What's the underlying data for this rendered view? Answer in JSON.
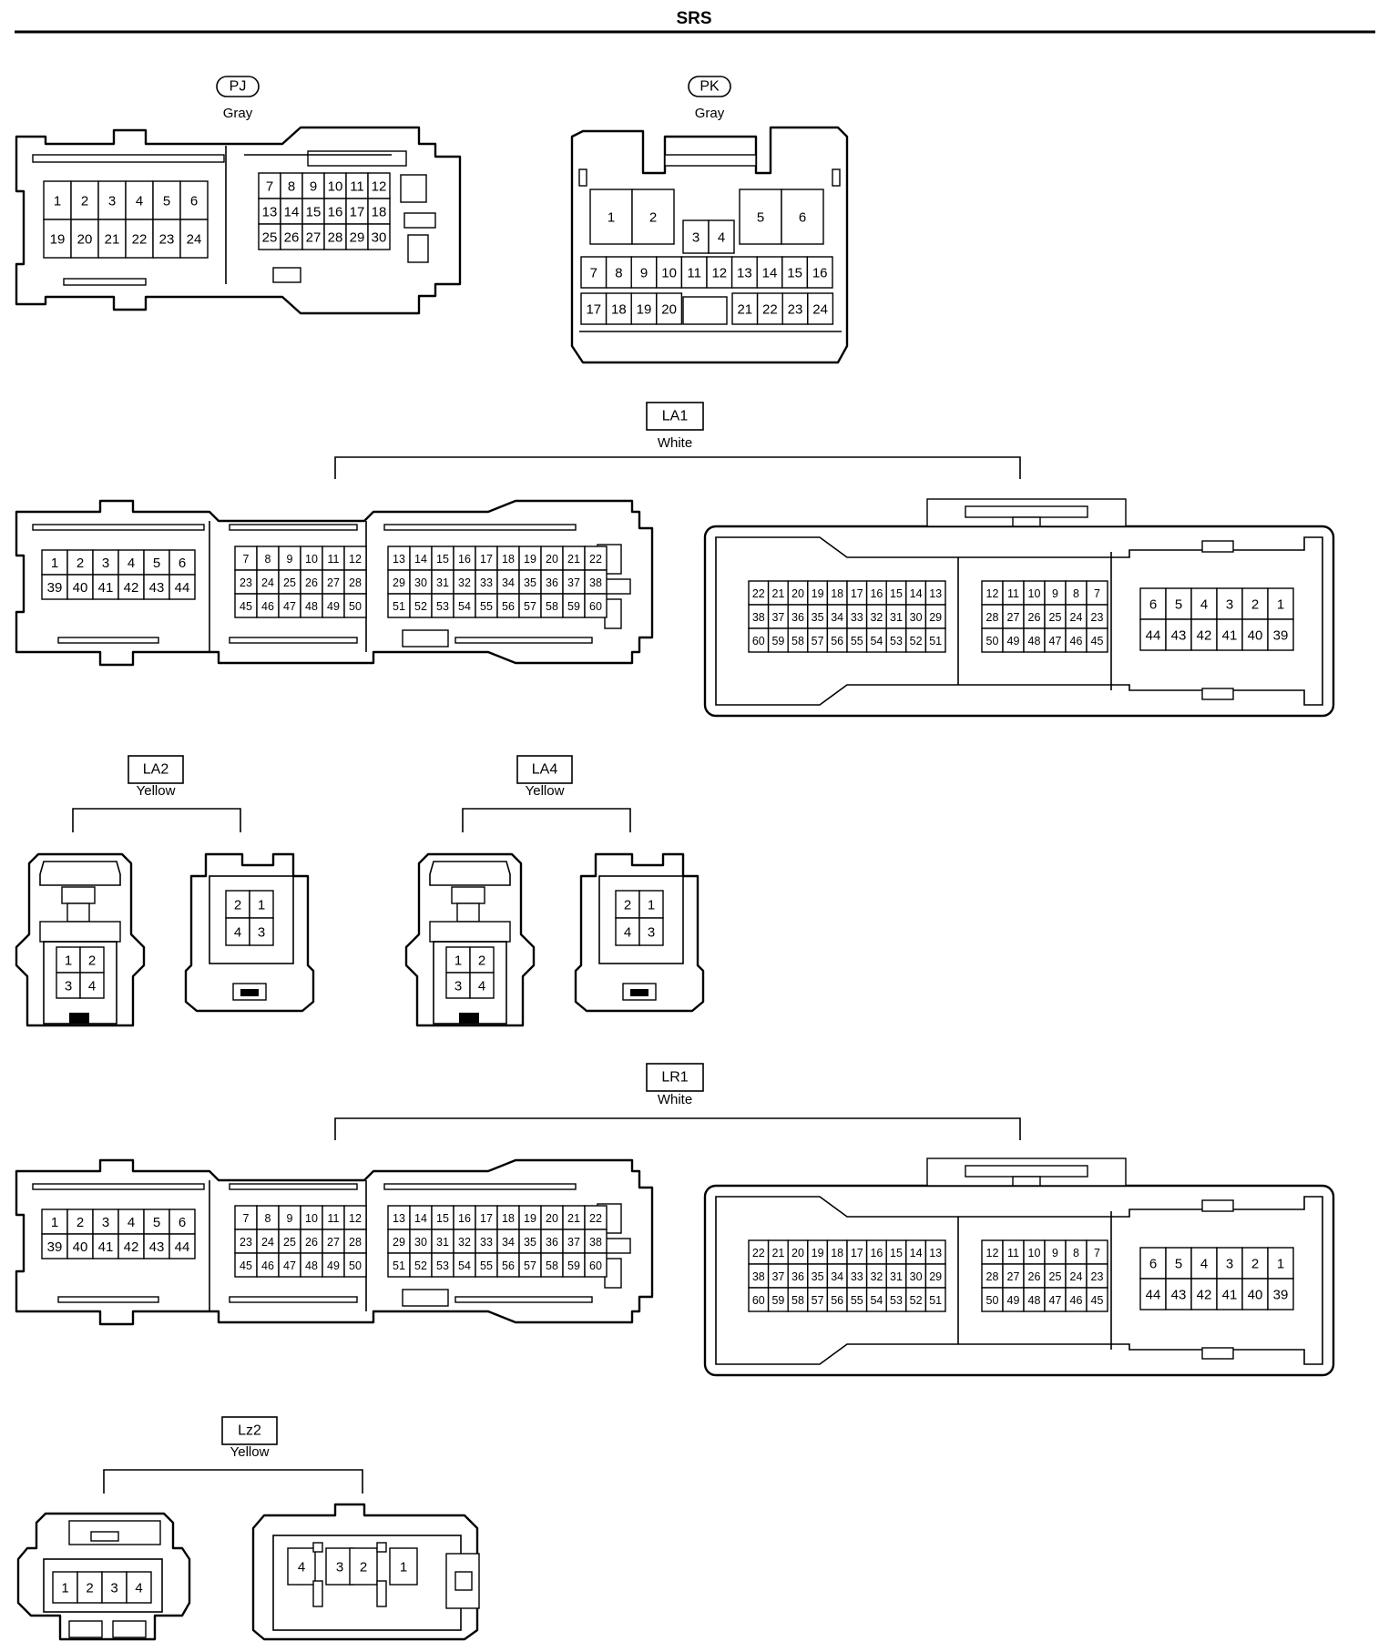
{
  "header": {
    "title": "SRS"
  },
  "connectors": [
    {
      "code": "PJ",
      "color": "Gray"
    },
    {
      "code": "PK",
      "color": "Gray"
    },
    {
      "code": "LA1",
      "color": "White"
    },
    {
      "code": "LA2",
      "color": "Yellow"
    },
    {
      "code": "LA4",
      "color": "Yellow"
    },
    {
      "code": "LR1",
      "color": "White"
    },
    {
      "code": "Lz2",
      "color": "Yellow"
    }
  ],
  "pin_layouts": {
    "pj_left": [
      [
        "1",
        "2",
        "3",
        "4",
        "5",
        "6"
      ],
      [
        "19",
        "20",
        "21",
        "22",
        "23",
        "24"
      ]
    ],
    "pj_right": [
      [
        "7",
        "8",
        "9",
        "10",
        "11",
        "12"
      ],
      [
        "13",
        "14",
        "15",
        "16",
        "17",
        "18"
      ],
      [
        "25",
        "26",
        "27",
        "28",
        "29",
        "30"
      ]
    ],
    "pk_top": [
      "1",
      "2",
      "5",
      "6"
    ],
    "pk_mid": [
      "3",
      "4"
    ],
    "pk_row2": [
      "7",
      "8",
      "9",
      "10",
      "11",
      "12",
      "13",
      "14",
      "15",
      "16"
    ],
    "pk_row3": [
      "17",
      "18",
      "19",
      "20",
      "21",
      "22",
      "23",
      "24"
    ],
    "la_male_a": [
      [
        "1",
        "2",
        "3",
        "4",
        "5",
        "6"
      ],
      [
        "39",
        "40",
        "41",
        "42",
        "43",
        "44"
      ]
    ],
    "la_male_b": [
      [
        "7",
        "8",
        "9",
        "10",
        "11",
        "12"
      ],
      [
        "23",
        "24",
        "25",
        "26",
        "27",
        "28"
      ],
      [
        "45",
        "46",
        "47",
        "48",
        "49",
        "50"
      ]
    ],
    "la_male_c": [
      [
        "13",
        "14",
        "15",
        "16",
        "17",
        "18",
        "19",
        "20",
        "21",
        "22"
      ],
      [
        "29",
        "30",
        "31",
        "32",
        "33",
        "34",
        "35",
        "36",
        "37",
        "38"
      ],
      [
        "51",
        "52",
        "53",
        "54",
        "55",
        "56",
        "57",
        "58",
        "59",
        "60"
      ]
    ],
    "la_female_a": [
      [
        "22",
        "21",
        "20",
        "19",
        "18",
        "17",
        "16",
        "15",
        "14",
        "13"
      ],
      [
        "38",
        "37",
        "36",
        "35",
        "34",
        "33",
        "32",
        "31",
        "30",
        "29"
      ],
      [
        "60",
        "59",
        "58",
        "57",
        "56",
        "55",
        "54",
        "53",
        "52",
        "51"
      ]
    ],
    "la_female_b": [
      [
        "12",
        "11",
        "10",
        "9",
        "8",
        "7"
      ],
      [
        "28",
        "27",
        "26",
        "25",
        "24",
        "23"
      ],
      [
        "50",
        "49",
        "48",
        "47",
        "46",
        "45"
      ]
    ],
    "la_female_c": [
      [
        "6",
        "5",
        "4",
        "3",
        "2",
        "1"
      ],
      [
        "44",
        "43",
        "42",
        "41",
        "40",
        "39"
      ]
    ],
    "sq_male": [
      [
        "1",
        "2"
      ],
      [
        "3",
        "4"
      ]
    ],
    "sq_female": [
      [
        "2",
        "1"
      ],
      [
        "4",
        "3"
      ]
    ],
    "lz_male": [
      "1",
      "2",
      "3",
      "4"
    ],
    "lz_female": [
      "4",
      "3",
      "2",
      "1"
    ]
  }
}
